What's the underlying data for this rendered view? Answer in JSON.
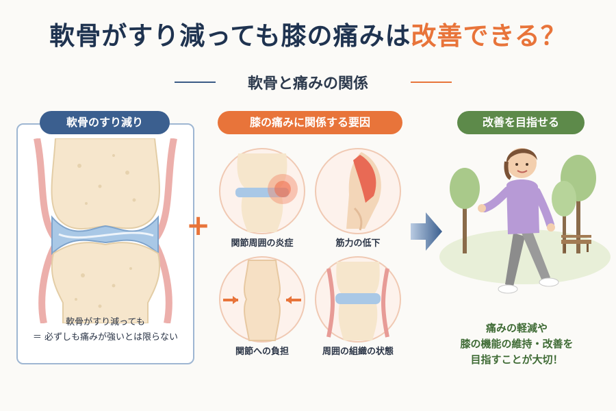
{
  "header": {
    "title_part1": "軟骨がすり減っても膝の痛みは",
    "title_accent": "改善できる？",
    "subtitle": "軟骨と痛みの関係"
  },
  "left_panel": {
    "pill": "軟骨のすり減り",
    "caption_line1": "軟骨がすり減っても",
    "caption_line2": "＝ 必ずしも痛みが強いとは限らない"
  },
  "middle": {
    "pill": "膝の痛みに関係する要因",
    "items": [
      {
        "label": "関節周囲の炎症",
        "icon": "knee-inflammation-icon"
      },
      {
        "label": "筋力の低下",
        "icon": "muscle-weakness-icon"
      },
      {
        "label": "関節への負担",
        "icon": "joint-load-icon"
      },
      {
        "label": "周囲の組織の状態",
        "icon": "surrounding-tissue-icon"
      }
    ]
  },
  "right": {
    "pill": "改善を目指せる",
    "caption_line1": "痛みの軽減や",
    "caption_line2": "膝の機能の維持・改善を",
    "caption_line3": "目指すことが大切！"
  },
  "colors": {
    "navy": "#1f3350",
    "blue": "#3b5f8f",
    "orange": "#e8743a",
    "green": "#5d8a4a",
    "bone": "#f6e6cc",
    "cartilage": "#a9c8e6"
  }
}
